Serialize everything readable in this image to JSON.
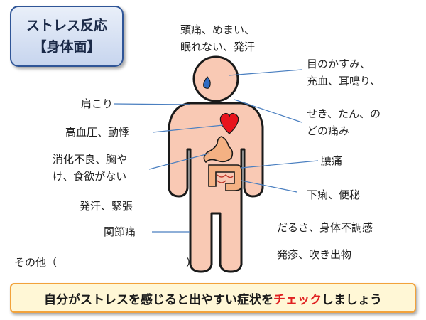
{
  "title": {
    "line1": "ストレス反応",
    "line2": "【身体面】"
  },
  "labels": {
    "headache": {
      "line1": "頭痛、めまい、",
      "line2": "眠れない、発汗"
    },
    "eyes": {
      "line1": "目のかすみ、",
      "line2": "充血、耳鳴り、"
    },
    "shoulder": "肩こり",
    "cough": {
      "line1": "せき、たん、の",
      "line2": "どの痛み"
    },
    "heart": "高血圧、動悸",
    "digestion": {
      "line1": "消化不良、胸や",
      "line2": "け、食欲がない"
    },
    "back": "腰痛",
    "bowel": "下痢、便秘",
    "sweat": "発汗、緊張",
    "fatigue": "だるさ、身体不調感",
    "joint": "関節痛",
    "rash": "発疹、吹き出物",
    "other": "その他（",
    "other_close": "）"
  },
  "banner": {
    "before": "自分がストレスを感じると出やすい症状を",
    "highlight": "チェック",
    "after": "しましょう"
  },
  "colors": {
    "skin": "#f9c9b4",
    "outline": "#1a1a1a",
    "heart": "#e8141c",
    "organ": "#f4b183",
    "title_border": "#2f5597",
    "banner_border": "#f2a23b",
    "banner_fill": "#fff7d6",
    "highlight": "#e02020",
    "leader_line": "#4a7fc0",
    "teardrop": "#2e6cc4"
  },
  "icons": [
    "human-body-figure",
    "heart-icon",
    "stomach-icon",
    "intestine-icon",
    "sweat-drop-icon"
  ]
}
